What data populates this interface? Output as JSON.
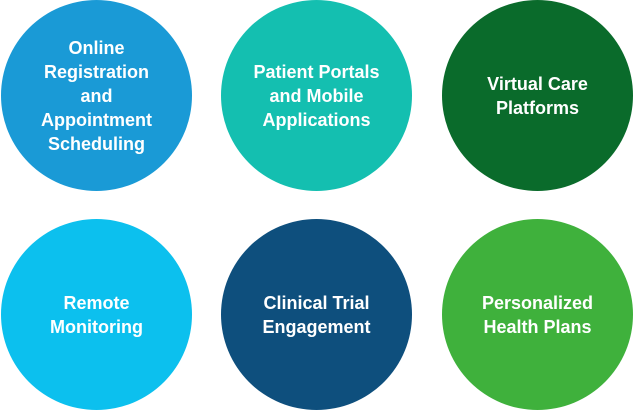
{
  "circles": [
    {
      "label": "Online Registration and Appointment Scheduling",
      "color": "#1a9ad6"
    },
    {
      "label": "Patient Portals and Mobile Applications",
      "color": "#14bfb0"
    },
    {
      "label": "Virtual Care Platforms",
      "color": "#0a6b2b"
    },
    {
      "label": "Remote Monitoring",
      "color": "#0cc0ee"
    },
    {
      "label": "Clinical Trial Engagement",
      "color": "#0e4f7d"
    },
    {
      "label": "Personalized Health Plans",
      "color": "#3fb13c"
    }
  ]
}
